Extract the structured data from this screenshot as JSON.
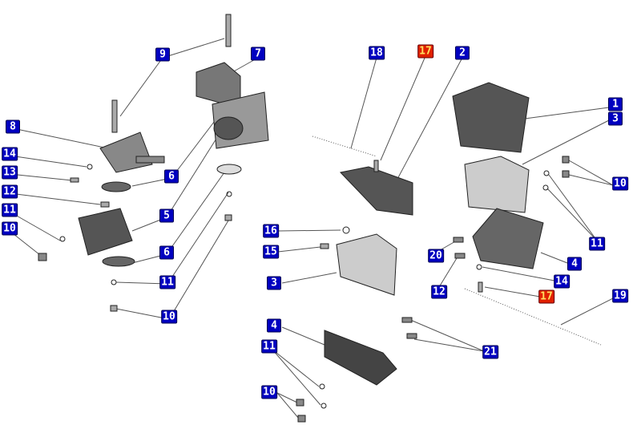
{
  "colors": {
    "badge": "#0000c0",
    "badge_highlight": "#e02000",
    "highlight_text": "#ffe060"
  },
  "callouts": [
    {
      "label": "9",
      "hl": false
    },
    {
      "label": "7",
      "hl": false
    },
    {
      "label": "8",
      "hl": false
    },
    {
      "label": "14",
      "hl": false
    },
    {
      "label": "13",
      "hl": false
    },
    {
      "label": "12",
      "hl": false
    },
    {
      "label": "11",
      "hl": false
    },
    {
      "label": "10",
      "hl": false
    },
    {
      "label": "6",
      "hl": false
    },
    {
      "label": "5",
      "hl": false
    },
    {
      "label": "6",
      "hl": false
    },
    {
      "label": "11",
      "hl": false
    },
    {
      "label": "10",
      "hl": false
    },
    {
      "label": "18",
      "hl": false
    },
    {
      "label": "17",
      "hl": true
    },
    {
      "label": "2",
      "hl": false
    },
    {
      "label": "1",
      "hl": false
    },
    {
      "label": "3",
      "hl": false
    },
    {
      "label": "10",
      "hl": false
    },
    {
      "label": "11",
      "hl": false
    },
    {
      "label": "4",
      "hl": false
    },
    {
      "label": "14",
      "hl": false
    },
    {
      "label": "17",
      "hl": true
    },
    {
      "label": "19",
      "hl": false
    },
    {
      "label": "20",
      "hl": false
    },
    {
      "label": "12",
      "hl": false
    },
    {
      "label": "21",
      "hl": false
    },
    {
      "label": "16",
      "hl": false
    },
    {
      "label": "15",
      "hl": false
    },
    {
      "label": "3",
      "hl": false
    },
    {
      "label": "4",
      "hl": false
    },
    {
      "label": "11",
      "hl": false
    },
    {
      "label": "10",
      "hl": false
    }
  ]
}
